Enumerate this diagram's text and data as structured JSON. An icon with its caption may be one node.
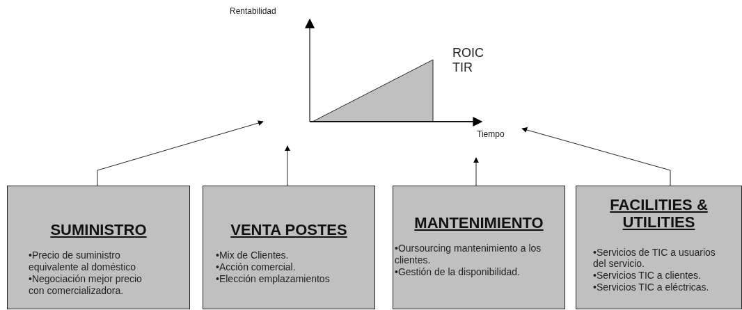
{
  "diagram": {
    "nodes": [
      {
        "text": [
          "SUMINISTRO",
          "•Precio de suministro equivalente al doméstico",
          "•Negociación mejor precio con comercializadora."
        ]
      },
      {
        "text": [
          "VENTA POSTES",
          "•Mix de Clientes.",
          "•Acción comercial.",
          "•Elección emplazamientos"
        ]
      },
      {
        "text": [
          "MANTENIMIENTO",
          "•Oursourcing mantenimiento a los clientes.",
          "•Gestión de la disponibilidad."
        ]
      },
      {
        "text": [
          "FACILITIES & UTILITIES",
          "•Servicios de TIC a usuarios del servicio.",
          "•Servicios TIC a clientes.",
          "•Servicios TIC a eléctricas."
        ]
      }
    ],
    "edges": [
      {
        "from": 0,
        "to": null,
        "arrow": "to"
      },
      {
        "from": 1,
        "to": null,
        "arrow": "to"
      },
      {
        "from": 2,
        "to": null,
        "arrow": "to"
      },
      {
        "from": 3,
        "to": null,
        "arrow": "to"
      }
    ],
    "labels": [
      "Rentabilidad",
      "ROIC TIR",
      "Tiempo"
    ]
  }
}
